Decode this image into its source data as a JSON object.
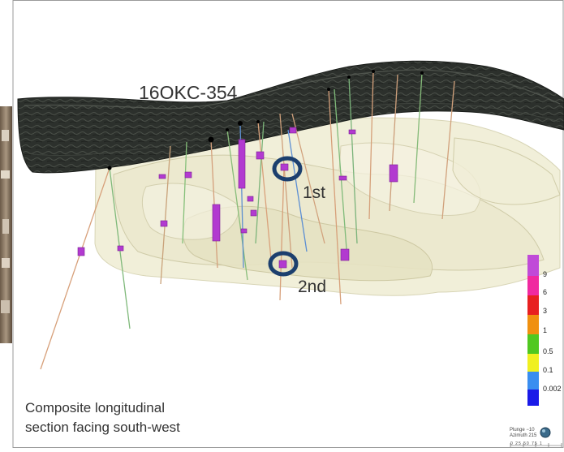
{
  "hole_label": "16OKC-354",
  "intercepts": {
    "first": "1st",
    "second": "2nd"
  },
  "caption": {
    "line1": "Composite longitudinal",
    "line2": "section facing south-west"
  },
  "legend": {
    "ticks": [
      "9",
      "6",
      "3",
      "1",
      "0.5",
      "0.1",
      "0.002"
    ],
    "colors": [
      "#c04ad8",
      "#f02aa0",
      "#e82020",
      "#f09010",
      "#50c820",
      "#f0f020",
      "#3a8ef0",
      "#1a1ae8"
    ]
  },
  "orientation": {
    "plunge": "Plunge  −10",
    "azimuth": "Azimuth 215"
  },
  "scale_ticks": "0   25   50   75   1",
  "colors": {
    "frame": "#9a9a9a",
    "topography": "#2b2f2b",
    "orebody": "#efeed8",
    "highlight_ring": "#1c3f6e",
    "interval": "#b23ad0"
  }
}
